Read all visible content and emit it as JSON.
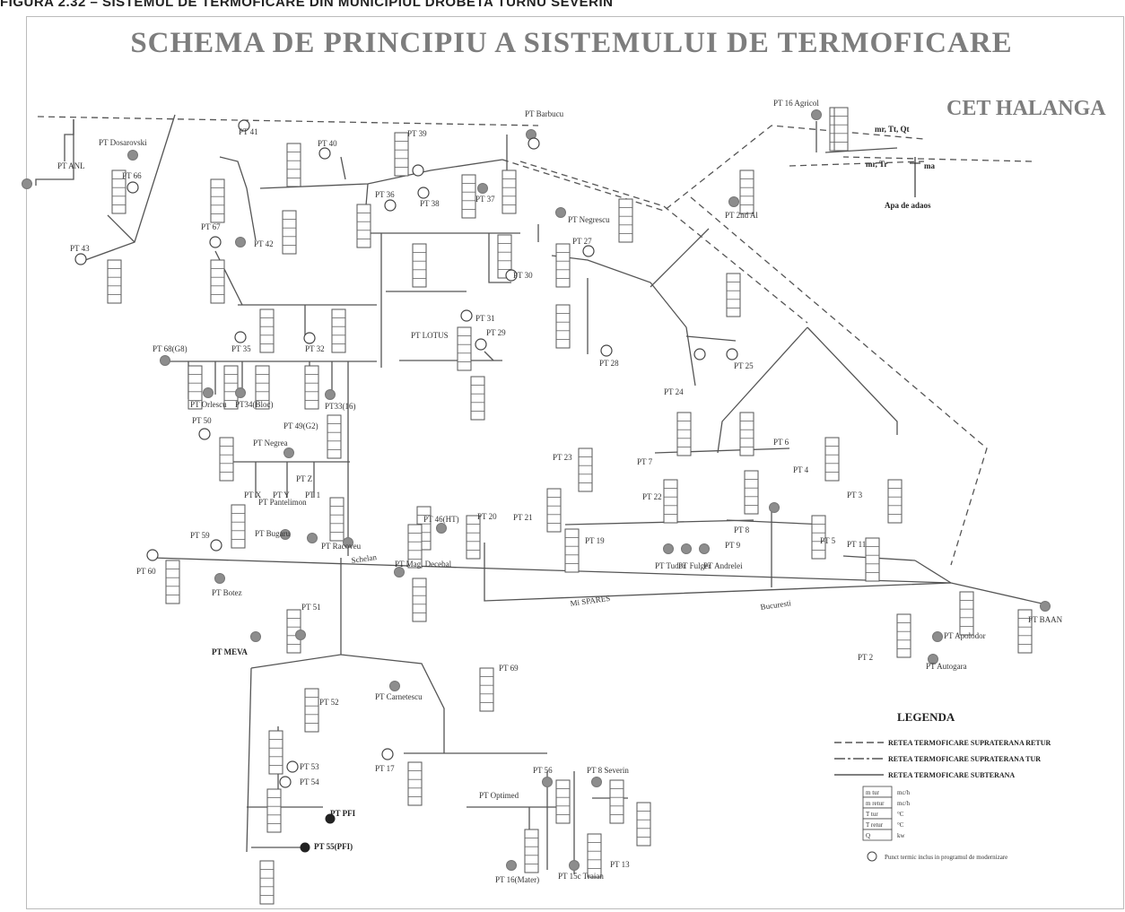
{
  "caption": "FIGURA 2.32 – SISTEMUL DE TERMOFICARE DIN MUNICIPIUL DROBETA TURNU SEVERIN",
  "title": "SCHEMA DE PRINCIPIU A SISTEMULUI DE TERMOFICARE",
  "source_label": "CET HALANGA",
  "source_notes": {
    "tur": "mr, Tt, Qt",
    "retur": "mr, Tr",
    "ma": "ma",
    "make_up": "Apa de adaos"
  },
  "nodes": [
    "PT ANL",
    "PT Dosarovski",
    "PT 66",
    "PT 43",
    "PT 41",
    "PT 40",
    "PT 39",
    "PT Barbucu",
    "PT 42",
    "PT 38",
    "PT 37",
    "PT 36",
    "PT 16 Agricol",
    "PT 2nd Al",
    "PT Negrescu",
    "PT 67",
    "PT 27",
    "PT 30",
    "PT 31",
    "PT 28",
    "PT LOTUS",
    "PT 29",
    "PT 24",
    "PT 25",
    "PT 68(G8)",
    "PT 35",
    "PT 32",
    "PT Orlescu",
    "PT34(Bloc)",
    "PT33(16)",
    "PT 50",
    "PT 49(G2)",
    "PT Negrea",
    "PT Z",
    "PT X",
    "PT Y",
    "PT 1",
    "PT Pantelimon",
    "PT 59",
    "PT Bugaru",
    "PT Racoveu",
    "PT 60",
    "PT Botez",
    "PT Mag. Decebal",
    "PT 46(HT)",
    "PT 20",
    "PT 21",
    "PT 23",
    "PT 19",
    "PT 22",
    "PT Tudor",
    "PT Fulger",
    "PT Andrelei",
    "PT 7",
    "PT 6",
    "PT 4",
    "PT 3",
    "PT 8",
    "PT 9",
    "PT 5",
    "PT 11",
    "PT 51",
    "PT MEVA",
    "PT 69",
    "PT Carnetescu",
    "PT 52",
    "PT 53",
    "PT 54",
    "PT 17",
    "PT 56",
    "PT Optimed",
    "PT 8 Severin",
    "PT PFI",
    "PT 55(PFI)",
    "PT 16(Mater)",
    "PT 15c Traian",
    "PT 13",
    "PT 2",
    "PT Autogara",
    "PT Apolodor",
    "PT BAAN"
  ],
  "annotations": [
    "Schelan",
    "Mi SPARES",
    "Bucuresti"
  ],
  "legend": {
    "title": "LEGENDA",
    "lines": [
      "RETEA TERMOFICARE SUPRATERANA RETUR",
      "RETEA TERMOFICARE SUPRATERANA TUR",
      "RETEA TERMOFICARE SUBTERANA"
    ],
    "table": [
      [
        "m tur",
        "mc/h"
      ],
      [
        "m retur",
        "mc/h"
      ],
      [
        "T tur",
        "°C"
      ],
      [
        "T retur",
        "°C"
      ],
      [
        "Q",
        "kw"
      ]
    ],
    "circle_note": "Punct termic inclus in programul de modernizare"
  }
}
